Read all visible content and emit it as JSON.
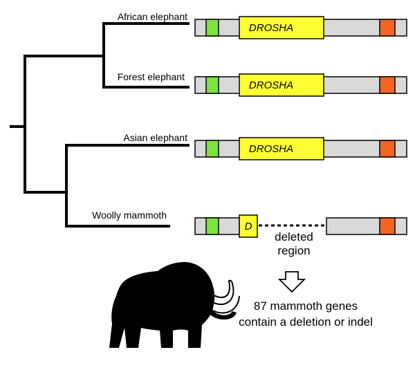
{
  "species": [
    {
      "name": "African elephant",
      "gene_label": "DROSHA",
      "truncated": false
    },
    {
      "name": "Forest elephant",
      "gene_label": "DROSHA",
      "truncated": false
    },
    {
      "name": "Asian elephant",
      "gene_label": "DROSHA",
      "truncated": false
    },
    {
      "name": "Woolly mammoth",
      "gene_label": "D",
      "truncated": true
    }
  ],
  "deletion": {
    "line1": "deleted",
    "line2": "region"
  },
  "summary": {
    "line1": "87 mammoth genes",
    "line2": "contain a deletion or indel"
  },
  "colors": {
    "bar_gray": "#d9d9d9",
    "green_block": "#7ee33a",
    "yellow_gene": "#ffff33",
    "orange_block": "#f26522",
    "tree": "#000000"
  },
  "icons": {
    "mammoth": "mammoth-silhouette",
    "arrow": "down-arrow-outline"
  }
}
